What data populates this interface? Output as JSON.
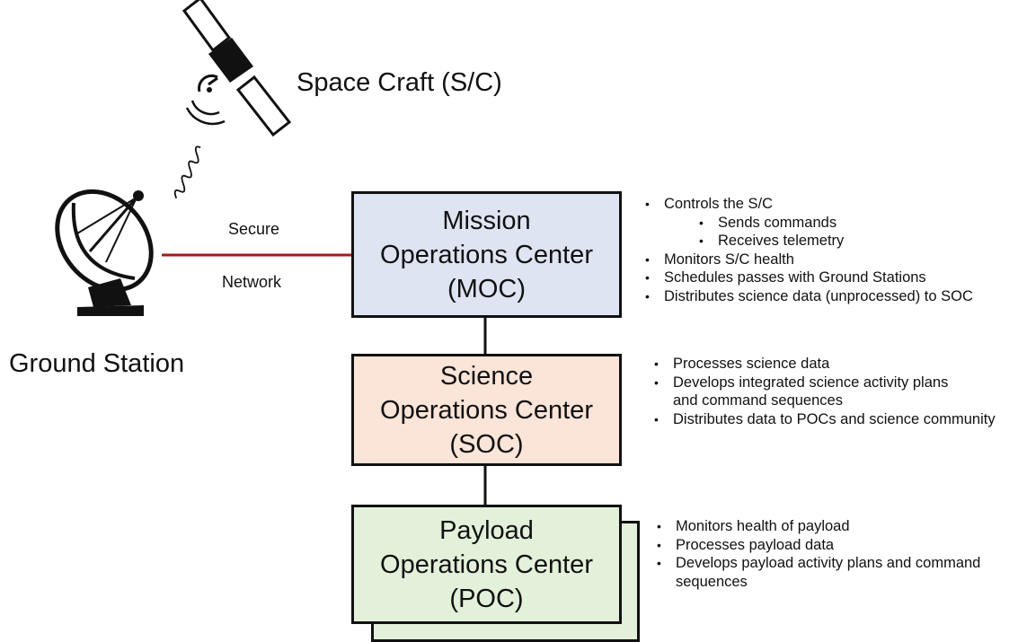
{
  "spacecraft": {
    "label": "Space Craft (S/C)"
  },
  "ground_station": {
    "label": "Ground Station"
  },
  "network": {
    "label_top": "Secure",
    "label_bottom": "Network"
  },
  "moc": {
    "lines": [
      "Mission",
      "Operations Center",
      "(MOC)"
    ],
    "fill": "#dfe4f3",
    "bullets": [
      {
        "text": "Controls the S/C",
        "level": 0
      },
      {
        "text": "Sends commands",
        "level": 1
      },
      {
        "text": "Receives telemetry",
        "level": 1
      },
      {
        "text": "Monitors S/C health",
        "level": 0
      },
      {
        "text": "Schedules passes with Ground Stations",
        "level": 0
      },
      {
        "text": "Distributes science data (unprocessed) to SOC",
        "level": 0
      }
    ]
  },
  "soc": {
    "lines": [
      "Science",
      "Operations Center",
      "(SOC)"
    ],
    "fill": "#fbe4d8",
    "bullets": [
      {
        "text": "Processes science data",
        "level": 0
      },
      {
        "text": "Develops integrated science activity plans and command sequences",
        "level": 0
      },
      {
        "text": "Distributes data to POCs and science community",
        "level": 0
      }
    ]
  },
  "poc": {
    "lines": [
      "Payload",
      "Operations Center",
      "(POC)"
    ],
    "fill": "#e3f0da",
    "bullets": [
      {
        "text": "Monitors health of payload",
        "level": 0
      },
      {
        "text": "Processes payload data",
        "level": 0
      },
      {
        "text": "Develops payload activity plans and command sequences",
        "level": 0
      }
    ]
  },
  "colors": {
    "network_line": "#a01c1c",
    "outline": "#111111"
  }
}
